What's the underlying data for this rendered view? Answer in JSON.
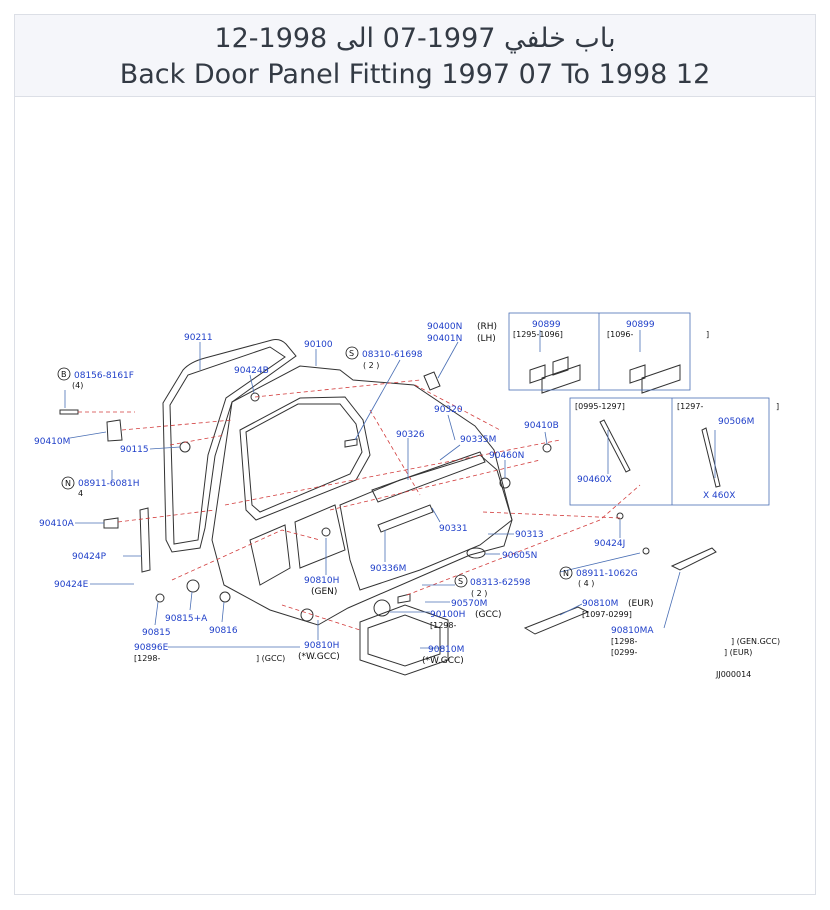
{
  "header": {
    "title_ar": "باب خلفي 1997-07 الى 1998-12",
    "title_en": "Back Door Panel Fitting 1997 07 To 1998 12"
  },
  "diagram_id": "JJ000014",
  "parts": {
    "p90211": "90211",
    "p90100": "90100",
    "p90424B": "90424B",
    "p08310": "08310-61698",
    "p08310_qty": "( 2 )",
    "p90400N": "90400N",
    "p90400N_note": "(RH)",
    "p90401N": "90401N",
    "p90401N_note": "(LH)",
    "p08156": "08156-8161F",
    "p08156_qty": "(4)",
    "p90410M": "90410M",
    "p90115": "90115",
    "p08911_6081H": "08911-6081H",
    "p08911_6081H_qty": "4",
    "p90410A": "90410A",
    "p90424P": "90424P",
    "p90424E": "90424E",
    "p90815A": "90815+A",
    "p90815": "90815",
    "p90816": "90816",
    "p90896E": "90896E",
    "p90896E_range": "[1298-",
    "p90896E_note": "]  (GCC)",
    "p90320": "90320",
    "p90326": "90326",
    "p90335M": "90335M",
    "p90460N": "90460N",
    "p90331": "90331",
    "p90313": "90313",
    "p90336M": "90336M",
    "p90605N": "90605N",
    "p90810H_gen": "90810H",
    "p90810H_gen_note": "(GEN)",
    "p90810H_wgcc": "90810H",
    "p90810H_wgcc_note": "(*W.GCC)",
    "p08313": "08313-62598",
    "p08313_qty": "( 2 )",
    "p90570M": "90570M",
    "p90100H": "90100H",
    "p90100H_note": "(GCC)",
    "p90100H_range": "[1298-",
    "p90810M_wgcc": "90810M",
    "p90810M_wgcc_note": "(*W.GCC)",
    "p90899_a": "90899",
    "p90899_a_range": "[1295-1096]",
    "p90899_b": "90899",
    "p90899_b_range": "[1096-",
    "p90899_b_end": "]",
    "box2_range_a": "[0995-1297]",
    "box2_range_b": "[1297-",
    "box2_range_b_end": "]",
    "p90506M": "90506M",
    "p90460X_a": "90460X",
    "p90460X_b": "X 460X",
    "p90410B": "90410B",
    "p90424J": "90424J",
    "p08911_1062G": "08911-1062G",
    "p08911_1062G_qty": "( 4 )",
    "p90810M_eur": "90810M",
    "p90810M_eur_note": "(EUR)",
    "p90810M_eur_range": "[1097-0299]",
    "p90810MA": "90810MA",
    "p90810MA_range_a": "[1298-",
    "p90810MA_note_a": "]  (GEN.GCC)",
    "p90810MA_range_b": "[0299-",
    "p90810MA_note_b": "]  (EUR)"
  },
  "circle_markers": {
    "s": "S",
    "b": "B",
    "n": "N"
  }
}
